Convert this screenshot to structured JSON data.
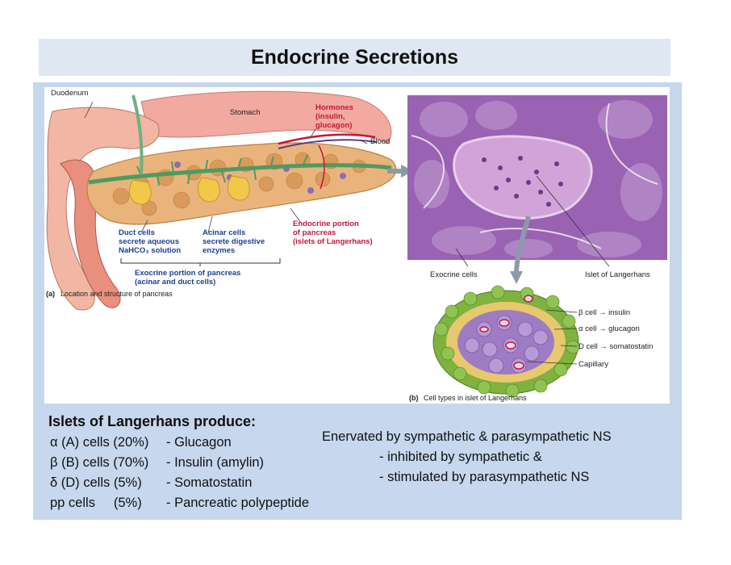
{
  "title": "Endocrine Secretions",
  "figure_a": {
    "duodenum": "Duodenum",
    "stomach": "Stomach",
    "hormones": [
      "Hormones",
      "(insulin,",
      "glucagon)"
    ],
    "blood": "Blood",
    "duct_cells": [
      "Duct cells",
      "secrete aqueous",
      "NaHCO₃ solution"
    ],
    "acinar_cells": [
      "Acinar cells",
      "secrete digestive",
      "enzymes"
    ],
    "endocrine_portion": [
      "Endocrine portion",
      "of pancreas",
      "(islets of Langerhans)"
    ],
    "exocrine_portion": [
      "Exocrine portion of pancreas",
      "(acinar and duct cells)"
    ],
    "caption_letter": "(a)",
    "caption": "Location and structure of pancreas"
  },
  "micrograph": {
    "exocrine_cells": "Exocrine cells",
    "islet": "Islet of Langerhans"
  },
  "figure_b": {
    "beta": "β cell → insulin",
    "alpha": "α cell → glucagon",
    "delta": "D cell → somatostatin",
    "capillary": "Capillary",
    "caption_letter": "(b)",
    "caption": "Cell types in islet of Langerhans"
  },
  "islets": {
    "heading": "Islets of Langerhans produce:",
    "rows": [
      {
        "cell": "α (A) cells (20%)",
        "product": "- Glucagon"
      },
      {
        "cell": "β (B) cells (70%)",
        "product": "- Insulin (amylin)"
      },
      {
        "cell": "δ (D) cells (5%)",
        "product": "- Somatostatin"
      },
      {
        "cell": "pp cells     (5%)",
        "product": "- Pancreatic polypeptide"
      }
    ]
  },
  "innervation": {
    "line1": "Enervated by sympathetic & parasympathetic NS",
    "line2": "- inhibited by sympathetic &",
    "line3": "- stimulated by parasympathetic NS"
  },
  "colors": {
    "title_bg": "#dfe7f3",
    "panel_bg": "#c6d7ee",
    "label_blue": "#1c3f94",
    "label_red": "#c4163b",
    "tissue_purple": "#8a4f9e",
    "pancreas_tan": "#e9b47c"
  }
}
